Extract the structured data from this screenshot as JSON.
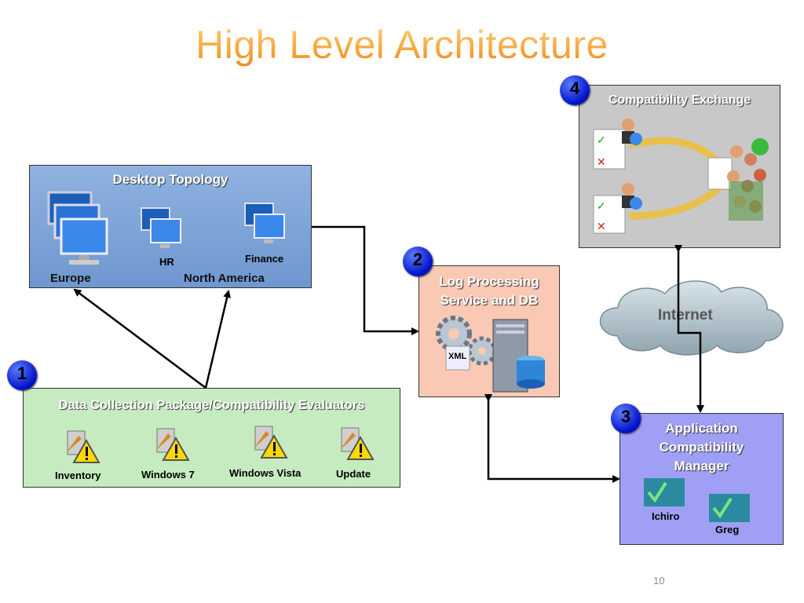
{
  "title": "High Level Architecture",
  "page_number": "10",
  "desktop_topology": {
    "title": "Desktop Topology",
    "labels": {
      "hr": "HR",
      "finance": "Finance",
      "europe": "Europe",
      "north_america": "North America"
    }
  },
  "data_collection": {
    "badge": "1",
    "title": "Data Collection Package/Compatibility Evaluators",
    "items": [
      "Inventory",
      "Windows 7",
      "Windows Vista",
      "Update"
    ]
  },
  "log_processing": {
    "badge": "2",
    "title_line1": "Log Processing",
    "title_line2": "Service and DB",
    "xml_label": "XML"
  },
  "acm": {
    "badge": "3",
    "title_line1": "Application",
    "title_line2": "Compatibility",
    "title_line3": "Manager",
    "users": [
      "Ichiro",
      "Greg"
    ]
  },
  "compat_exchange": {
    "badge": "4",
    "title": "Compatibility Exchange"
  },
  "internet": {
    "label": "Internet"
  },
  "colors": {
    "desktop_bg": "#7fa4d6",
    "collection_bg": "#c6ebc0",
    "log_bg": "#f9c9b3",
    "acm_bg": "#9f9ff5",
    "exchange_bg": "#c8c8c8",
    "badge": "#0010c8"
  }
}
